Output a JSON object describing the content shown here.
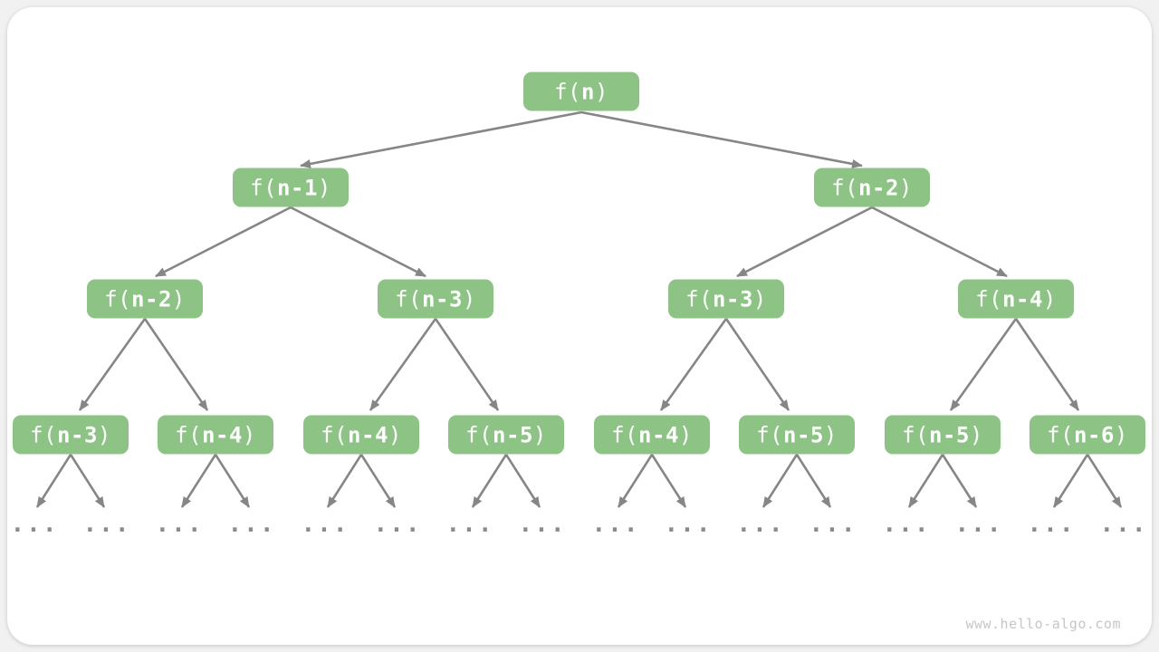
{
  "watermark": "www.hello-algo.com",
  "diagram": {
    "type": "recursion-tree",
    "node_color": "#8DC485",
    "node_text_color": "#ffffff",
    "arrow_color": "#868686",
    "ellipsis": "...",
    "nodes": [
      {
        "pre": "f(",
        "arg": "n",
        "post": ")"
      },
      {
        "pre": "f(",
        "arg": "n-1",
        "post": ")"
      },
      {
        "pre": "f(",
        "arg": "n-2",
        "post": ")"
      },
      {
        "pre": "f(",
        "arg": "n-2",
        "post": ")"
      },
      {
        "pre": "f(",
        "arg": "n-3",
        "post": ")"
      },
      {
        "pre": "f(",
        "arg": "n-3",
        "post": ")"
      },
      {
        "pre": "f(",
        "arg": "n-4",
        "post": ")"
      },
      {
        "pre": "f(",
        "arg": "n-3",
        "post": ")"
      },
      {
        "pre": "f(",
        "arg": "n-4",
        "post": ")"
      },
      {
        "pre": "f(",
        "arg": "n-4",
        "post": ")"
      },
      {
        "pre": "f(",
        "arg": "n-5",
        "post": ")"
      },
      {
        "pre": "f(",
        "arg": "n-4",
        "post": ")"
      },
      {
        "pre": "f(",
        "arg": "n-5",
        "post": ")"
      },
      {
        "pre": "f(",
        "arg": "n-5",
        "post": ")"
      },
      {
        "pre": "f(",
        "arg": "n-6",
        "post": ")"
      }
    ]
  }
}
